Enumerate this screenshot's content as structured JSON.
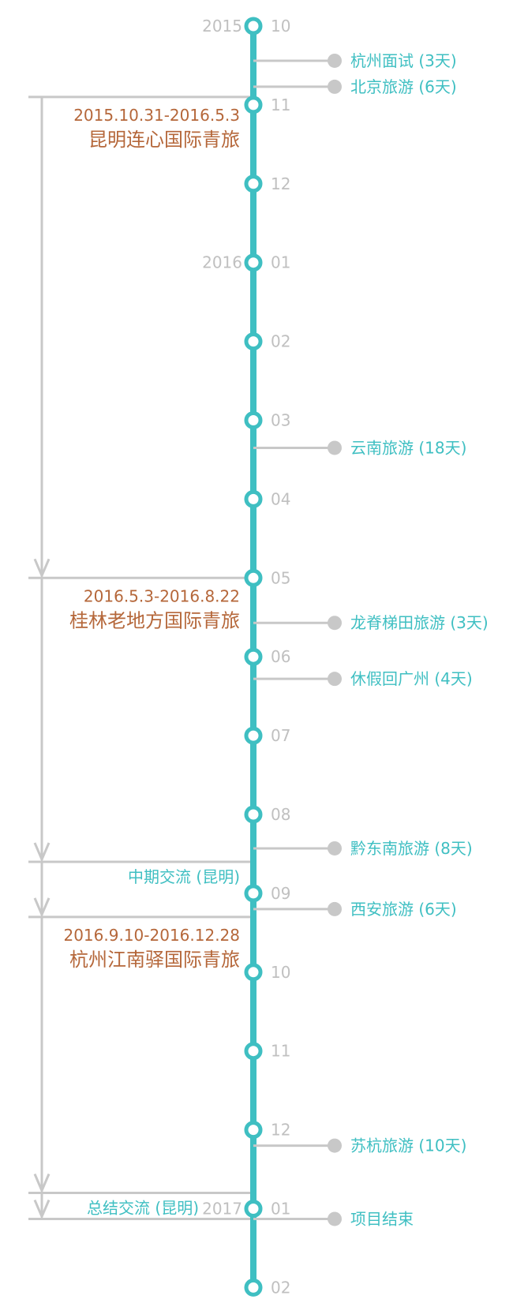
{
  "colors": {
    "main_line": "#3fbfc2",
    "gray": "#c8c8c8",
    "month_text": "#c0c0c0",
    "event_text": "#3fbfc2",
    "stay_text": "#b5673a"
  },
  "months": [
    {
      "month": "10",
      "year": "2015"
    },
    {
      "month": "11",
      "year": ""
    },
    {
      "month": "12",
      "year": ""
    },
    {
      "month": "01",
      "year": "2016"
    },
    {
      "month": "02",
      "year": ""
    },
    {
      "month": "03",
      "year": ""
    },
    {
      "month": "04",
      "year": ""
    },
    {
      "month": "05",
      "year": ""
    },
    {
      "month": "06",
      "year": ""
    },
    {
      "month": "07",
      "year": ""
    },
    {
      "month": "08",
      "year": ""
    },
    {
      "month": "09",
      "year": ""
    },
    {
      "month": "10",
      "year": ""
    },
    {
      "month": "11",
      "year": ""
    },
    {
      "month": "12",
      "year": ""
    },
    {
      "month": "01",
      "year": "2017"
    },
    {
      "month": "02",
      "year": ""
    }
  ],
  "events": [
    {
      "label": "杭州面试 (3天)",
      "at": 0.44
    },
    {
      "label": "北京旅游 (6天)",
      "at": 0.77
    },
    {
      "label": "云南旅游 (18天)",
      "at": 5.35
    },
    {
      "label": "龙脊梯田旅游 (3天)",
      "at": 7.57
    },
    {
      "label": "休假回广州 (4天)",
      "at": 8.28
    },
    {
      "label": "黔东南旅游 (8天)",
      "at": 10.43
    },
    {
      "label": "西安旅游 (6天)",
      "at": 11.2
    },
    {
      "label": "苏杭旅游 (10天)",
      "at": 14.2
    },
    {
      "label": "项目结束",
      "at": 15.13
    }
  ],
  "stays": [
    {
      "dates": "2015.10.31-2016.5.3",
      "name": "昆明连心国际青旅",
      "start": 0.9,
      "end": 7.0
    },
    {
      "dates": "2016.5.3-2016.8.22",
      "name": "桂林老地方国际青旅",
      "start": 7.0,
      "end": 10.6
    },
    {
      "dates": "2016.9.10-2016.12.28",
      "name": "杭州江南驿国际青旅",
      "start": 11.3,
      "end": 14.8
    }
  ],
  "exchanges": [
    {
      "label": "中期交流 (昆明)",
      "start": 10.6,
      "end": 11.3
    },
    {
      "label": "总结交流 (昆明)",
      "start": 14.8,
      "end": 15.13
    }
  ]
}
